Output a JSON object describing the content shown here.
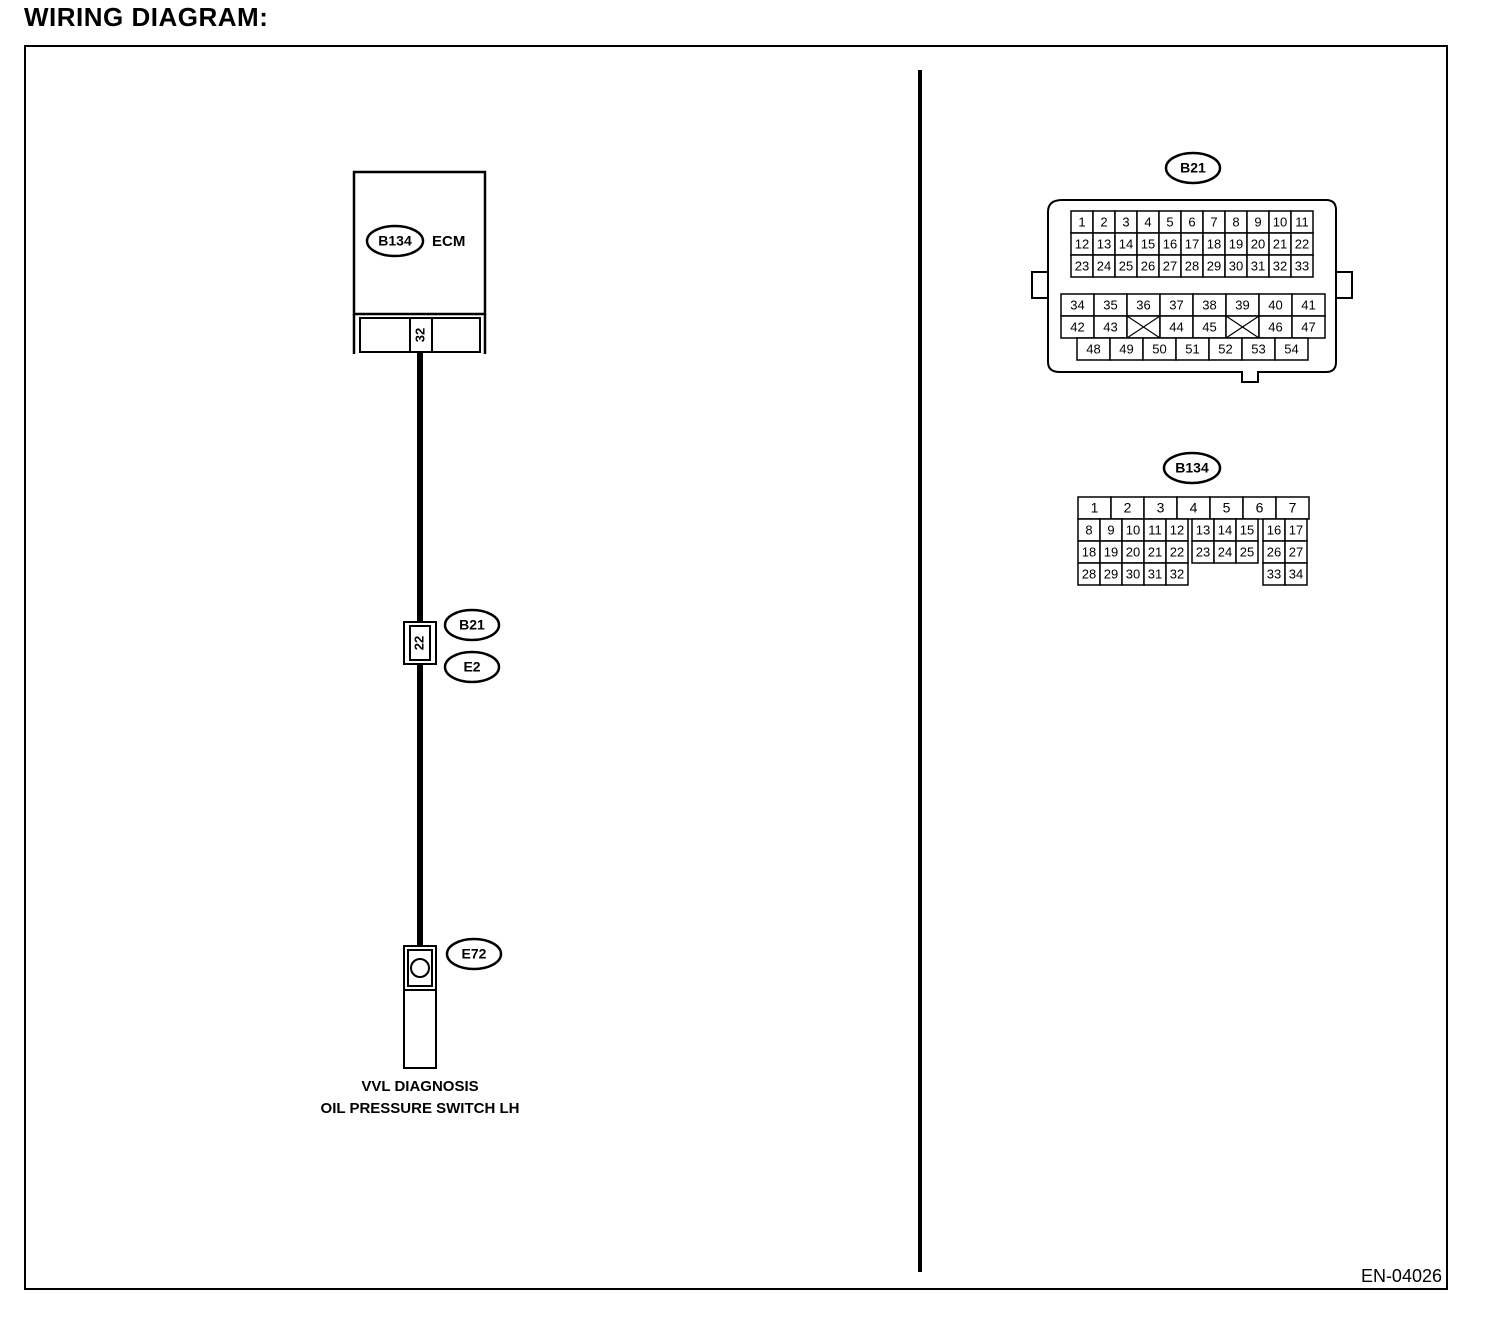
{
  "header": {
    "title": "WIRING DIAGRAM:"
  },
  "footer": {
    "doc_id": "EN-04026"
  },
  "ecm": {
    "connector": "B134",
    "label": "ECM",
    "pin": "32"
  },
  "joint": {
    "pin": "22",
    "connectors": [
      "B21",
      "E2"
    ]
  },
  "switch": {
    "connector": "E72",
    "caption_line1": "VVL DIAGNOSIS",
    "caption_line2": "OIL PRESSURE SWITCH LH"
  },
  "b21_view": {
    "label": "B21",
    "upper_rows": [
      [
        "1",
        "2",
        "3",
        "4",
        "5",
        "6",
        "7",
        "8",
        "9",
        "10",
        "11"
      ],
      [
        "12",
        "13",
        "14",
        "15",
        "16",
        "17",
        "18",
        "19",
        "20",
        "21",
        "22"
      ],
      [
        "23",
        "24",
        "25",
        "26",
        "27",
        "28",
        "29",
        "30",
        "31",
        "32",
        "33"
      ]
    ],
    "lower_rows": [
      [
        "34",
        "35",
        "36",
        "37",
        "38",
        "39",
        "40",
        "41"
      ],
      [
        "42",
        "43",
        "",
        "44",
        "45",
        "",
        "46",
        "47"
      ],
      [
        "48",
        "49",
        "50",
        "51",
        "52",
        "53",
        "54"
      ]
    ]
  },
  "b134_view": {
    "label": "B134",
    "row1": [
      "1",
      "2",
      "3",
      "4",
      "5",
      "6",
      "7"
    ],
    "row2a": [
      "8",
      "9",
      "10",
      "11",
      "12"
    ],
    "row2b": [
      "13",
      "14",
      "15"
    ],
    "row2c": [
      "16",
      "17"
    ],
    "row3a": [
      "18",
      "19",
      "20",
      "21",
      "22"
    ],
    "row3b": [
      "23",
      "24",
      "25"
    ],
    "row3c": [
      "26",
      "27"
    ],
    "row4a": [
      "28",
      "29",
      "30",
      "31",
      "32"
    ],
    "row4c": [
      "33",
      "34"
    ]
  }
}
